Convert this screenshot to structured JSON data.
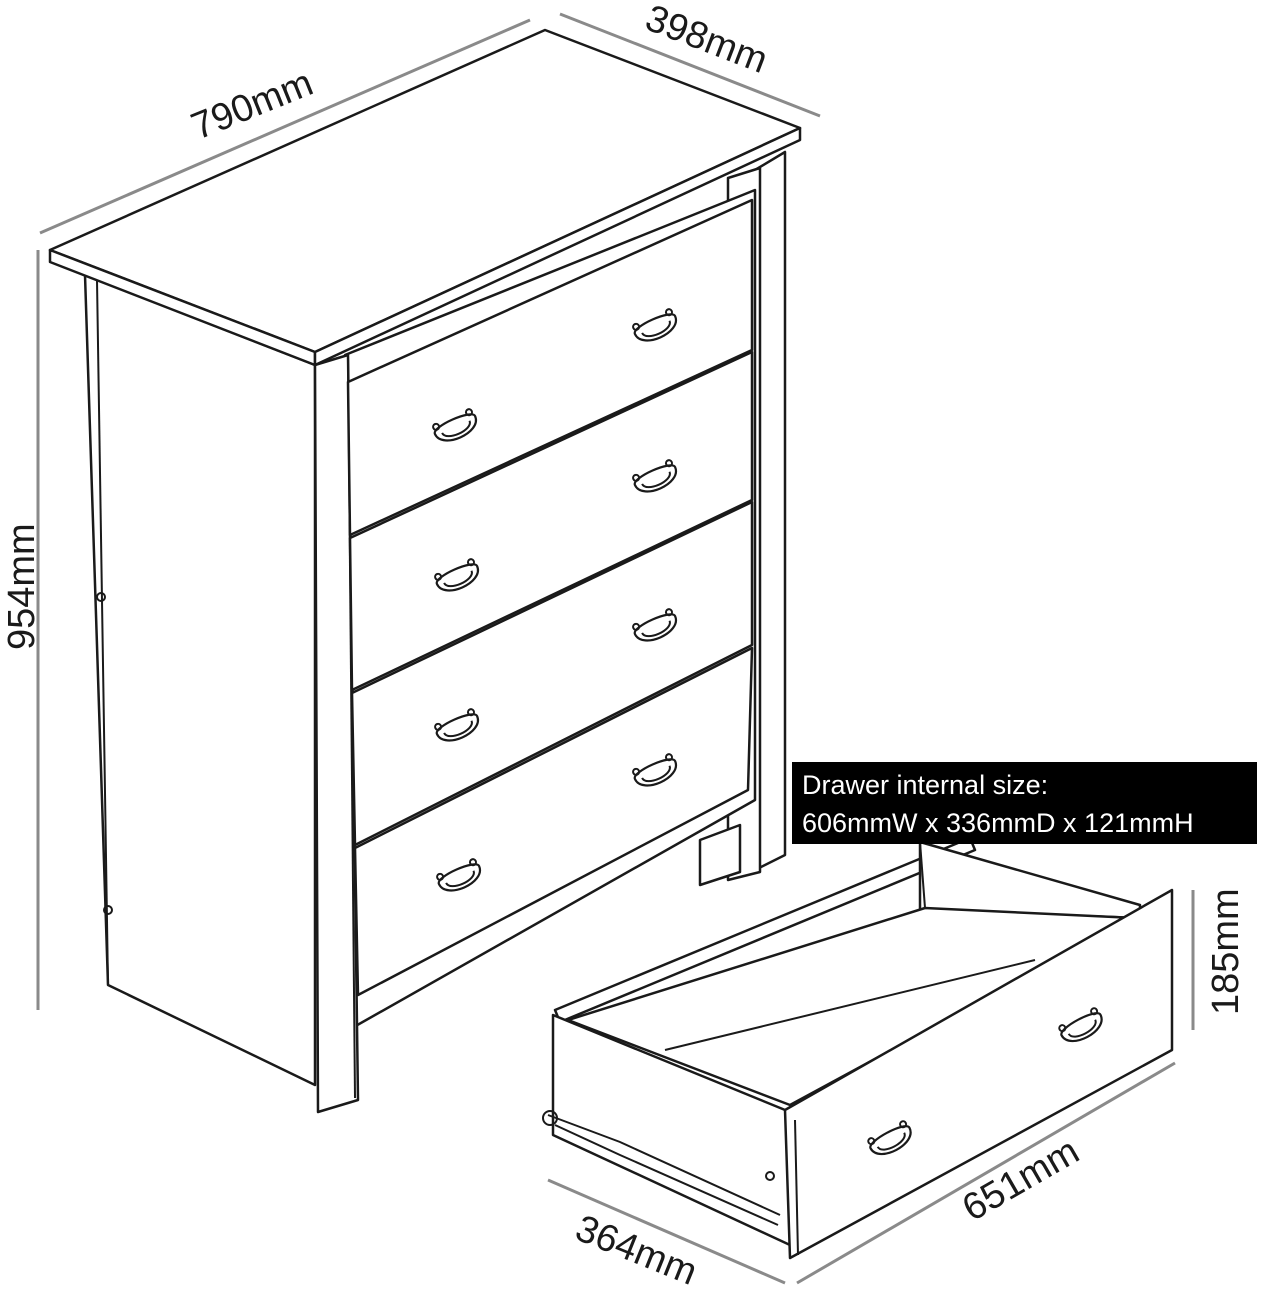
{
  "dimensions": {
    "width": "790mm",
    "depth": "398mm",
    "height": "954mm",
    "drawer_height": "185mm",
    "drawer_length": "651mm",
    "drawer_width": "364mm"
  },
  "drawer_info": {
    "title": "Drawer internal size:",
    "size": "606mmW x 336mmD x 121mmH"
  },
  "drawer_count": 4,
  "colors": {
    "line": "#1a1a1a",
    "dimension_line": "#8a8a8a",
    "info_background": "#000000",
    "info_text": "#ffffff"
  }
}
